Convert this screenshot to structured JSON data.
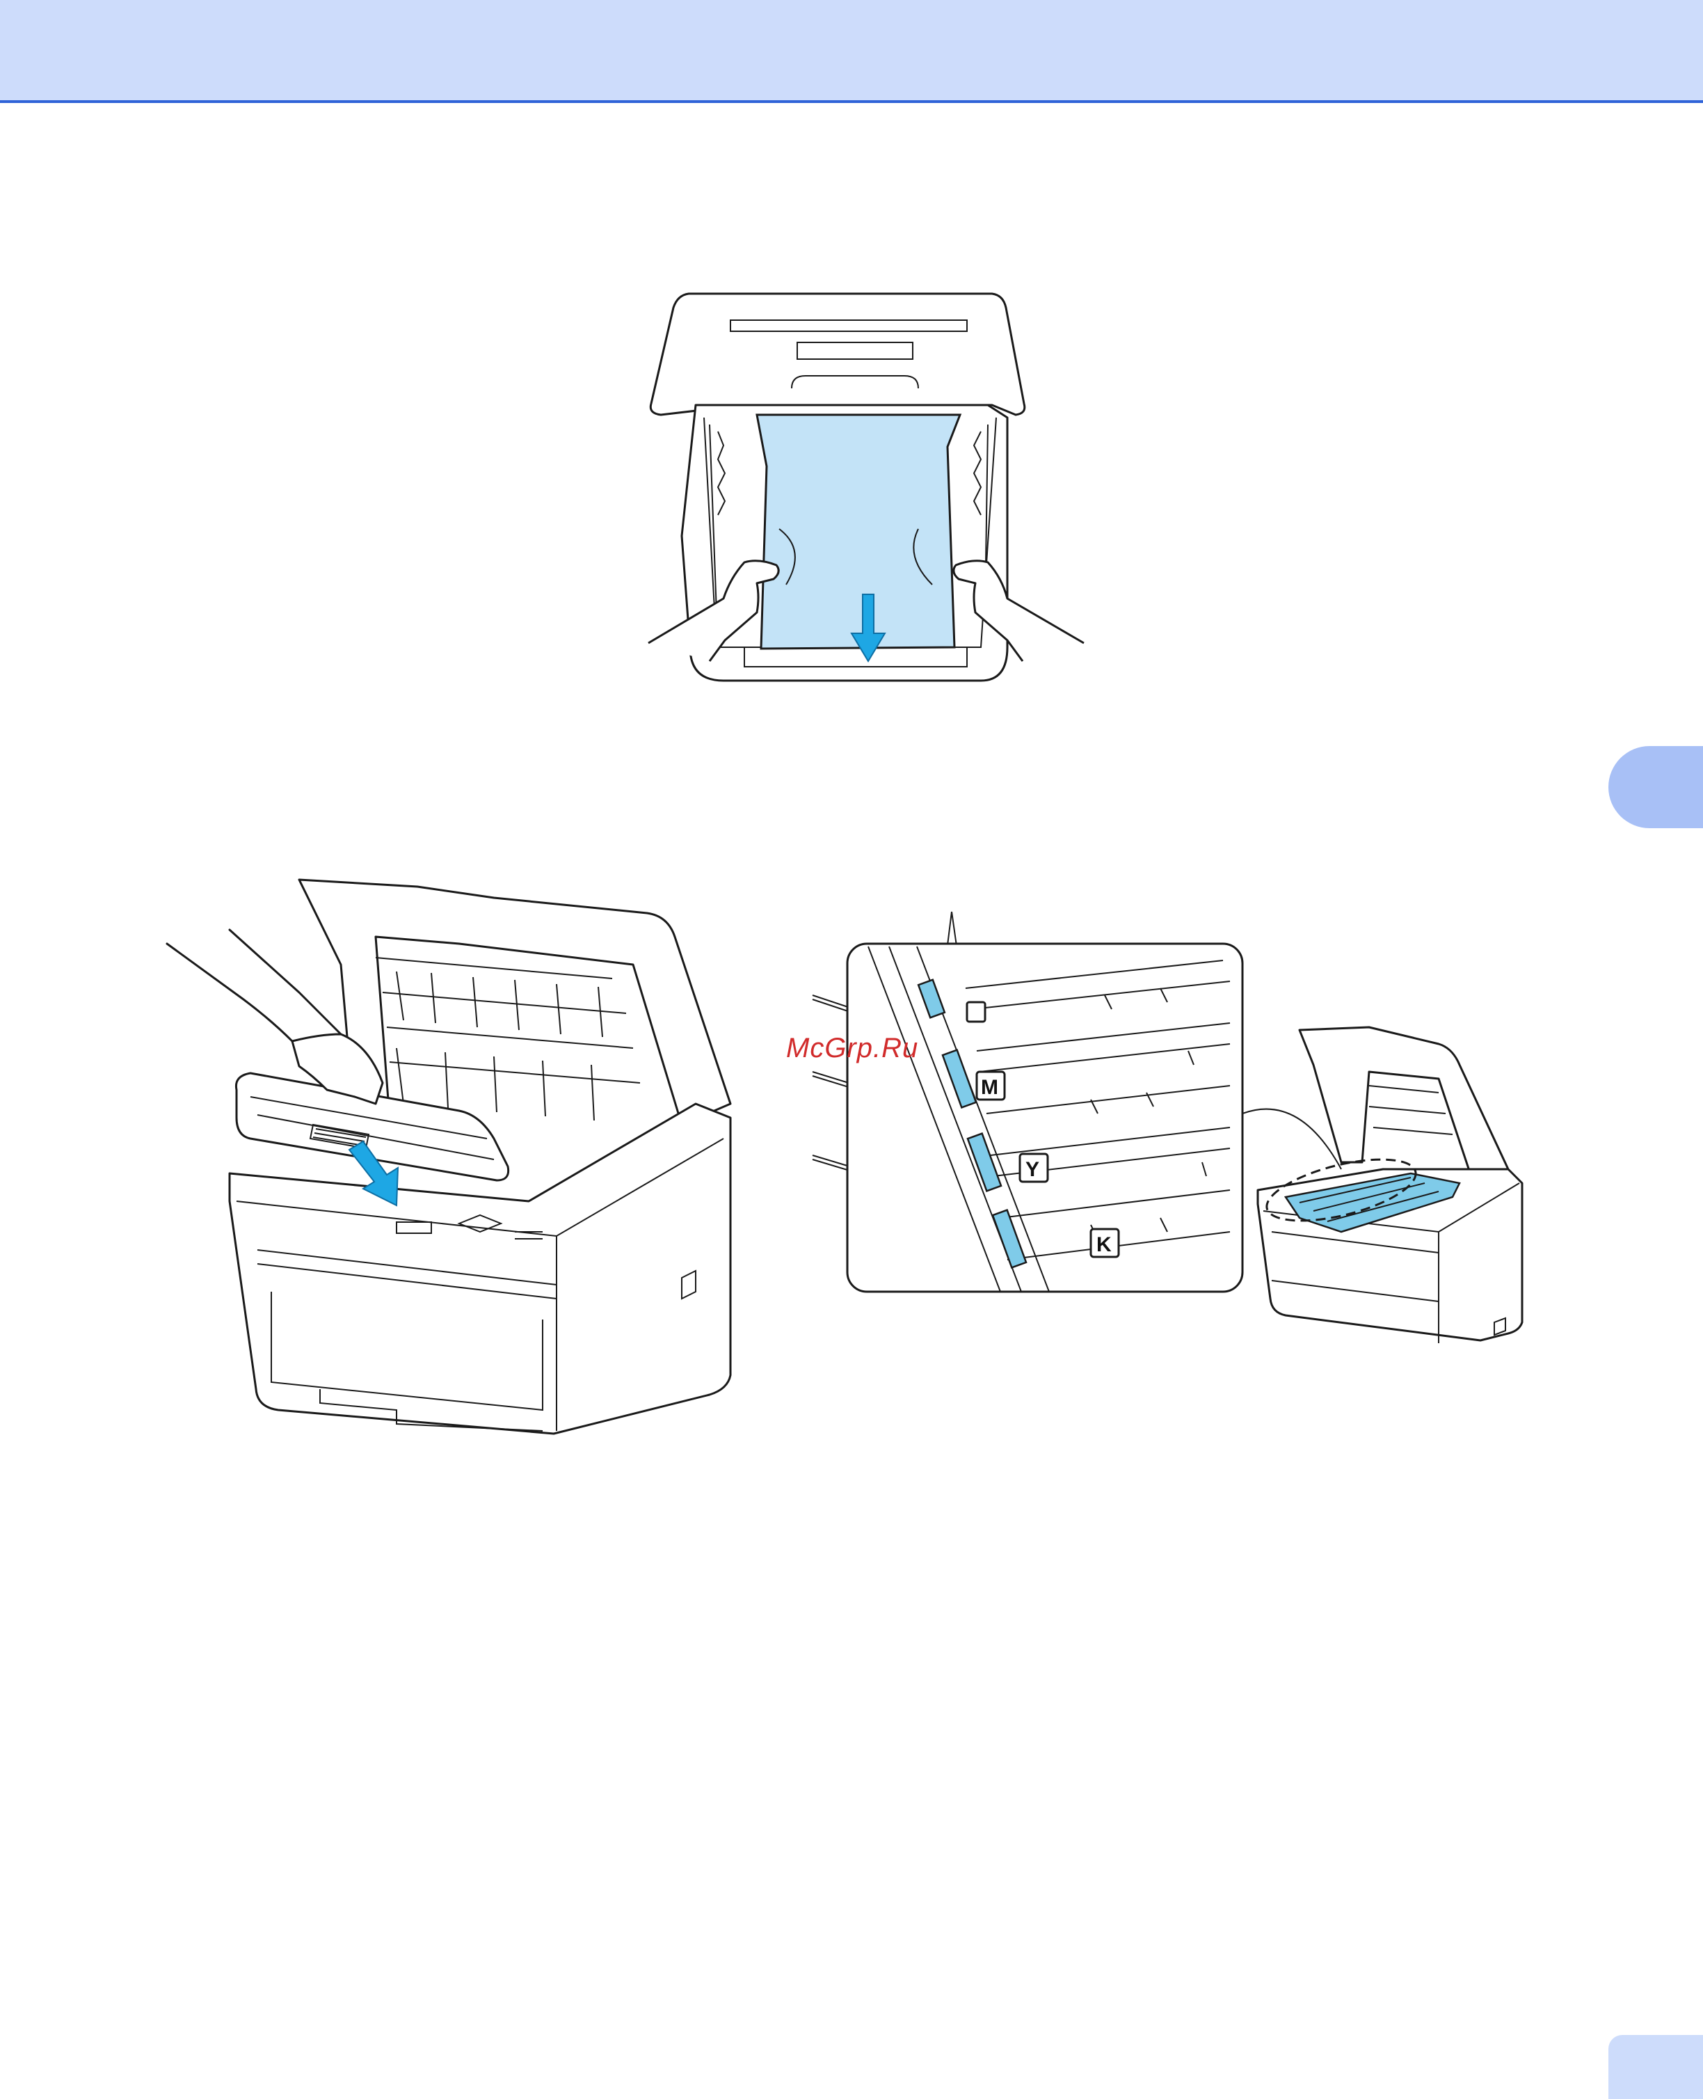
{
  "watermark": "McGrp.Ru",
  "drum_labels": {
    "magenta": "M",
    "yellow": "Y",
    "black": "K"
  },
  "colors": {
    "header_band": "#cddcfb",
    "header_rule": "#2f63d8",
    "chapter_tab": "#a8c0f6",
    "paper_highlight": "#c3e3f7",
    "arrow": "#1ea7e4",
    "watermark": "#d12b2b"
  }
}
